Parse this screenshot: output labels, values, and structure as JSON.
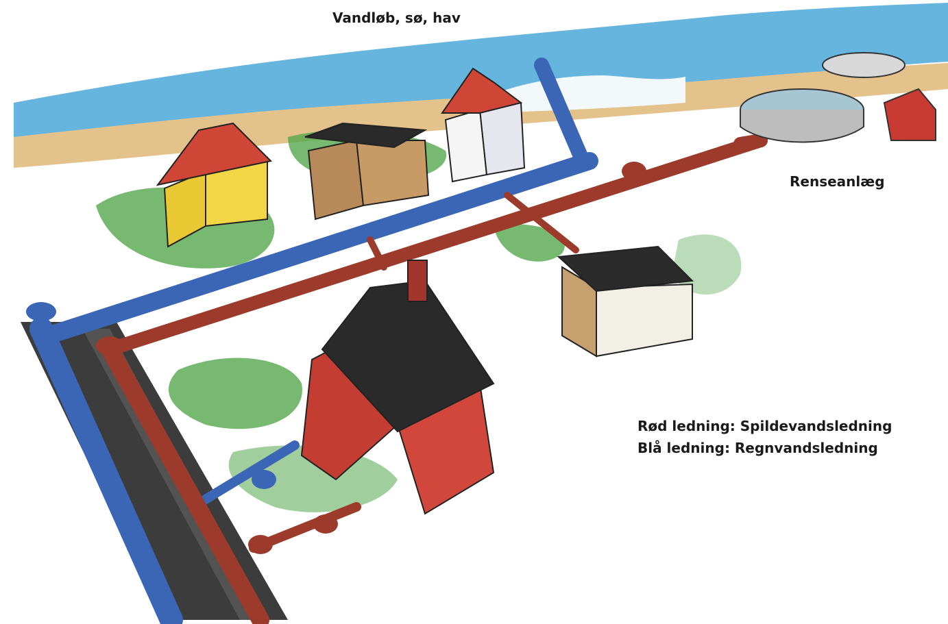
{
  "labels": {
    "water": "Vandløb, sø, hav",
    "treatment_plant": "Renseanlæg"
  },
  "legend": {
    "red_line": "Rød ledning: Spildevandsledning",
    "blue_line": "Blå ledning: Regnvandsledning"
  },
  "colors": {
    "wastewater_pipe": "#9c3b2b",
    "rainwater_pipe": "#3a66b5",
    "sea": "#4aa8d8",
    "sand": "#e3c28c",
    "grass": "#56a84e"
  }
}
